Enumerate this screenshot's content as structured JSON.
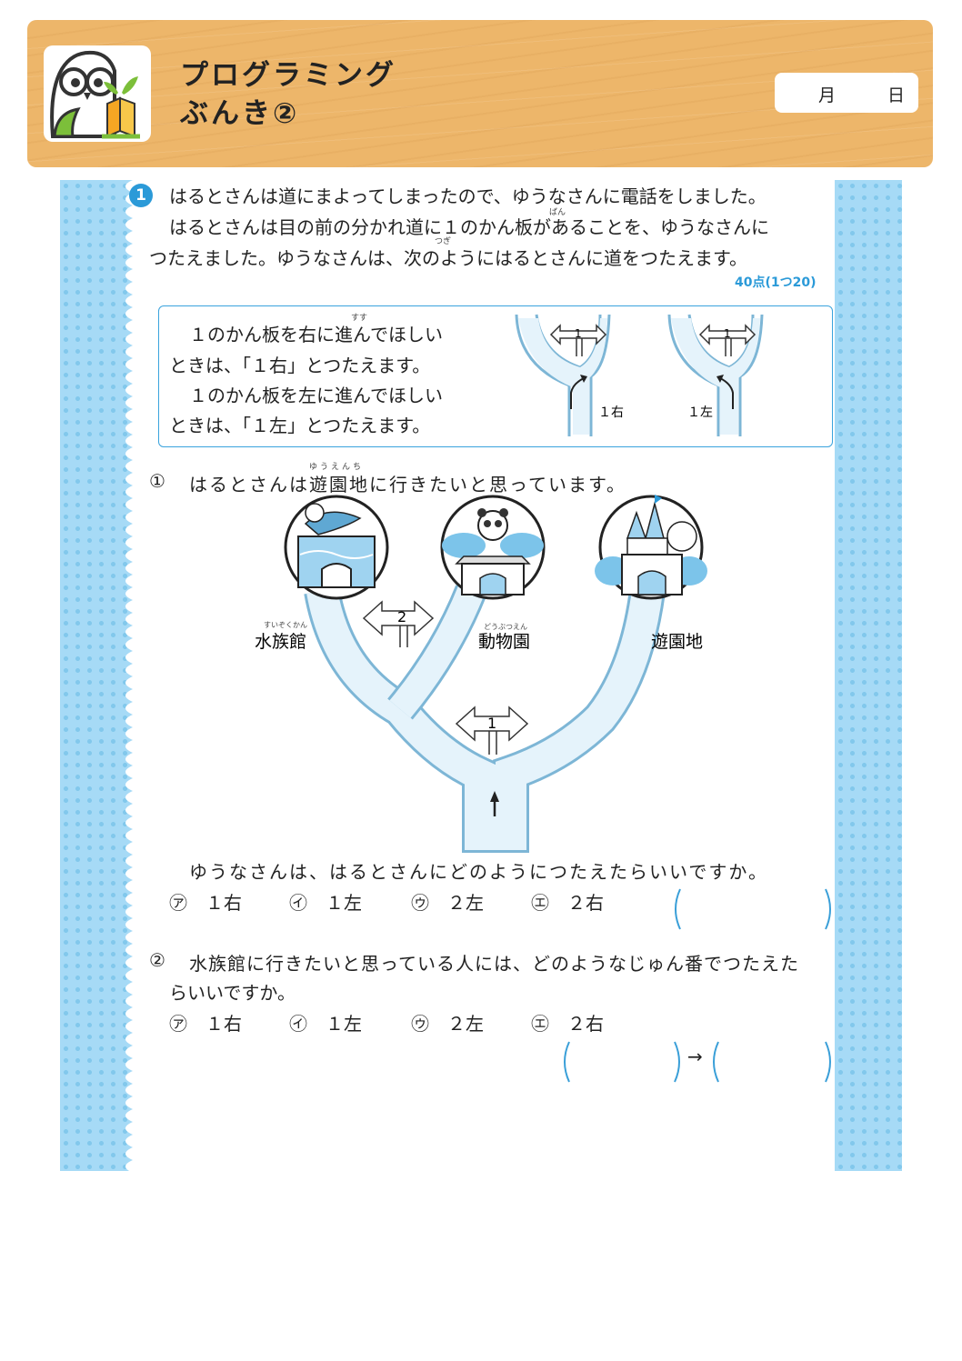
{
  "header": {
    "title_line1": "プログラミング",
    "title_line2": "ぶんき②",
    "date_month": "月",
    "date_day": "日"
  },
  "colors": {
    "accent": "#2b9ad8",
    "wood": "#edb66a",
    "road": "#e5f3fb",
    "dots": "#a6daf6"
  },
  "question": {
    "number": "1",
    "lines": [
      "はるとさんは道にまよってしまったので、ゆうなさんに電話をしました。",
      "はるとさんは目の前の分かれ道に１のかん板があることを、ゆうなさんに",
      "つたえました。ゆうなさんは、次のようにはるとさんに道をつたえます。"
    ],
    "ruby_ban": "ばん",
    "ruby_tsugi": "つぎ",
    "points": "40点(1つ20)"
  },
  "rule": {
    "lines": [
      "１のかん板を右に進んでほしい",
      "ときは、「１右」とつたえます。",
      "１のかん板を左に進んでほしい",
      "ときは、「１左」とつたえます。"
    ],
    "ruby_susu": "すす",
    "diagram_right_label": "１右",
    "diagram_left_label": "１左",
    "sign_number": "1"
  },
  "q1": {
    "label": "①",
    "text": "はるとさんは遊園地に行きたいと思っています。",
    "ruby": "ゆうえんち",
    "ask": "ゆうなさんは、はるとさんにどのようにつたえたらいいですか。",
    "choices": [
      "㋐　１右",
      "㋑　１左",
      "㋒　２左",
      "㋓　２右"
    ]
  },
  "map": {
    "aquarium": "水族館",
    "aquarium_ruby": "すいぞくかん",
    "zoo": "動物園",
    "zoo_ruby": "どうぶつえん",
    "park": "遊園地",
    "sign1": "1",
    "sign2": "2"
  },
  "q2": {
    "label": "②",
    "text_line1": "水族館に行きたいと思っている人には、どのようなじゅん番でつたえた",
    "text_line2": "らいいですか。",
    "choices": [
      "㋐　１右",
      "㋑　１左",
      "㋒　２左",
      "㋓　２右"
    ],
    "arrow": "→"
  }
}
